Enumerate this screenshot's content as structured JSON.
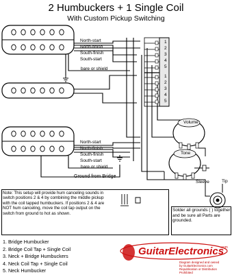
{
  "title": "2 Humbuckers + 1 Single Coil",
  "subtitle": "With Custom Pickup Switching",
  "wire_labels": {
    "top": [
      "North-start",
      "North-finish",
      "South-finish",
      "South-start",
      "bare or shield"
    ],
    "bottom": [
      "North-start",
      "North-finish",
      "South-finish",
      "South-start",
      "bare or shield"
    ]
  },
  "ground_label": "Ground from Bridge",
  "switch_numbers_top": [
    "1",
    "2",
    "3",
    "4",
    "5"
  ],
  "switch_numbers_bottom": [
    "1",
    "2",
    "3",
    "4",
    "5"
  ],
  "pot_labels": {
    "volume": "Volume",
    "tone": "Tone"
  },
  "jack_labels": {
    "sleeve": "Sleeve",
    "tip": "Tip"
  },
  "note": "Note: This setup will provide hum canceling sounds in switch positions 2 & 4 by combining the middle pickup with the coil tapped humbuckers. If positions 2 & 4 are NOT hum canceling, move the coil tap output on the switch from ground to hot as shown.",
  "solder_note": "Solder all grounds ( ) together and be sure all Parts are grounded.",
  "positions": [
    "1. Bridge Humbucker",
    "2. Bridge Coil Tap +  Single Coil",
    "3. Neck + Bridge Humbuckers",
    "4. Neck Coil Tap +  Single Coil",
    "5. Neck Humbucker"
  ],
  "logo_text": "GuitarElectronics",
  "logo_suffix": ".com",
  "credit": [
    "Diagram designed and owned",
    "by GuitarElectronics.com",
    "Republication or Distribution",
    "Prohibited"
  ],
  "colors": {
    "wire": "#000000",
    "pickup_fill": "#ffffff",
    "pole": "#ffffff",
    "switch_fill": "#e8e8e8",
    "logo_red": "#cc1111",
    "credit_red": "#c00000"
  }
}
